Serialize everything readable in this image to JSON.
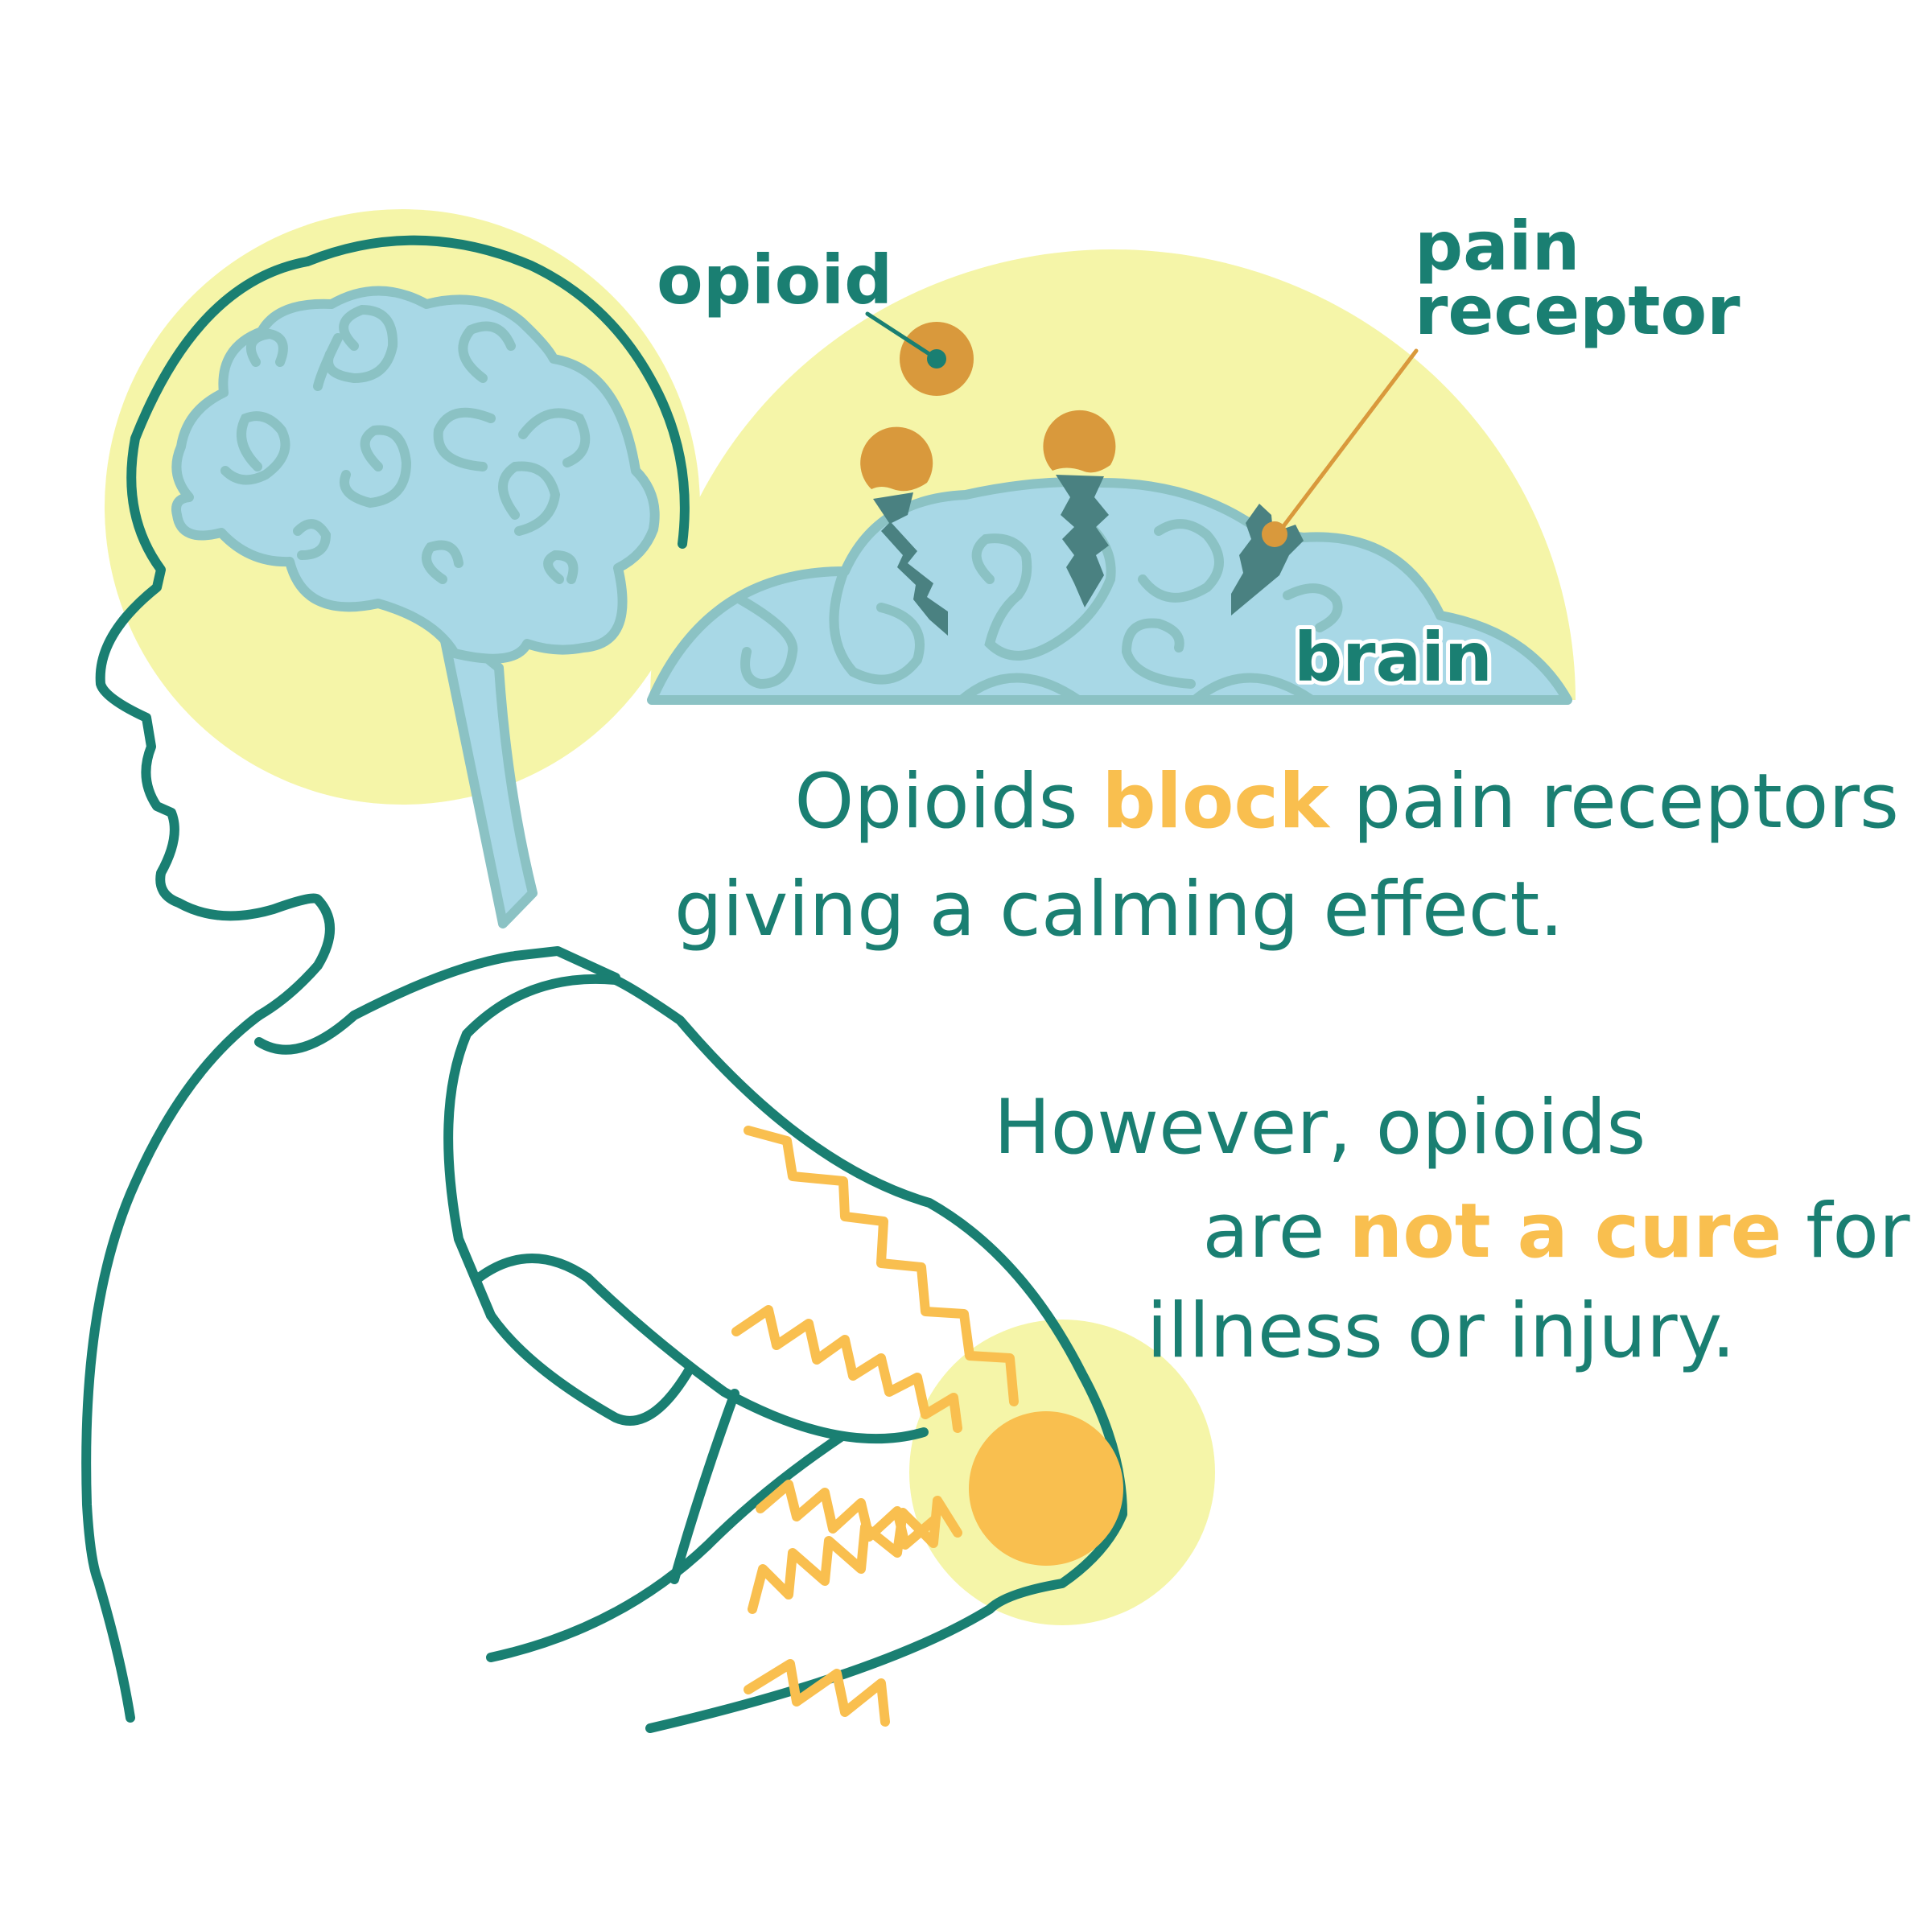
{
  "labels": {
    "opioid": "opioid",
    "pain_receptor_line1": "pain",
    "pain_receptor_line2": "receptor",
    "brain": "brain"
  },
  "message1": {
    "line1_a": "Opioids ",
    "line1_highlight": "block",
    "line1_b": " pain receptors",
    "line2": "giving a calming effect."
  },
  "message2": {
    "line1": "However, opioids",
    "line2_a": "are ",
    "line2_highlight": "not a cure",
    "line2_b": " for",
    "line3": "illness or injury."
  },
  "colors": {
    "teal": "#1a7f72",
    "brain_fill": "#a8d8e6",
    "brain_stroke": "#8bc2c4",
    "halo_yellow": "#f5f5a8",
    "opioid_orange": "#d9993c",
    "highlight_orange": "#f9bf4f",
    "receptor_slate": "#4a8181"
  }
}
